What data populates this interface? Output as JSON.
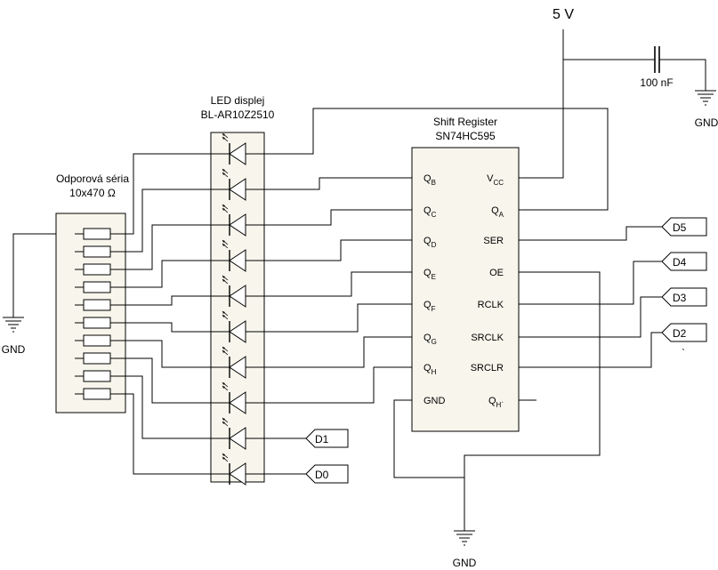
{
  "supply": {
    "label": "5 V"
  },
  "capacitor": {
    "value": "100 nF"
  },
  "grounds": {
    "cap": "GND",
    "left": "GND",
    "bottom": "GND"
  },
  "led_display": {
    "title": "LED displej",
    "part": "BL-AR10Z2510",
    "segments": 10
  },
  "resistor_array": {
    "title": "Odporová séria",
    "spec": "10x470 Ω",
    "count": 10
  },
  "shift_register": {
    "title": "Shift Register",
    "part": "SN74HC595",
    "left_pins": [
      {
        "main": "Q",
        "sub": "B"
      },
      {
        "main": "Q",
        "sub": "C"
      },
      {
        "main": "Q",
        "sub": "D"
      },
      {
        "main": "Q",
        "sub": "E"
      },
      {
        "main": "Q",
        "sub": "F"
      },
      {
        "main": "Q",
        "sub": "G"
      },
      {
        "main": "Q",
        "sub": "H"
      },
      {
        "main": "GND",
        "sub": ""
      }
    ],
    "right_pins": [
      {
        "main": "V",
        "sub": "CC"
      },
      {
        "main": "Q",
        "sub": "A"
      },
      {
        "main": "SER",
        "sub": ""
      },
      {
        "main": "OE",
        "sub": ""
      },
      {
        "main": "RCLK",
        "sub": ""
      },
      {
        "main": "SRCLK",
        "sub": ""
      },
      {
        "main": "SRCLR",
        "sub": ""
      },
      {
        "main": "Q",
        "sub": "H`"
      }
    ]
  },
  "connectors": {
    "d5": "D5",
    "d4": "D4",
    "d3": "D3",
    "d2": "D2",
    "d1": "D1",
    "d0": "D0"
  },
  "stray_mark": "`"
}
